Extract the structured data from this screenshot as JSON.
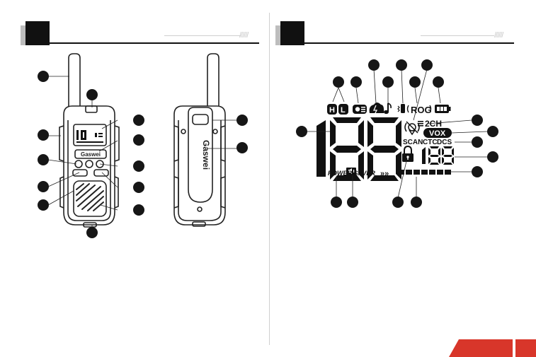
{
  "left_panel": {
    "brand_front": "Gaswei",
    "brand_back": "Gaswei",
    "lcd_digits": "10",
    "lcd_subcode": "12"
  },
  "right_panel": {
    "lcd": {
      "icon_h": "H",
      "icon_l": "L",
      "roger": "ROG",
      "dual_channel": "2CH",
      "vox": "VOX",
      "channel_digits": "88",
      "scan": "SCAN",
      "ctc": "CTC",
      "dcs": "DCS",
      "code_digits": "88",
      "power_saver": "POWER  SAVER",
      "saver_arrows": "»»",
      "signal_blocks": 7
    }
  },
  "colors": {
    "accent": "#d8362a",
    "ink": "#161616",
    "shadow_square": "#bdbdbd"
  },
  "icons": [
    "antenna-icon",
    "led-icon",
    "ptt-icon",
    "speaker-icon",
    "lock-icon",
    "volume-icon",
    "mute-icon",
    "battery-icon",
    "scan-icon",
    "music-icon",
    "vibrate-icon",
    "alert-icon"
  ]
}
